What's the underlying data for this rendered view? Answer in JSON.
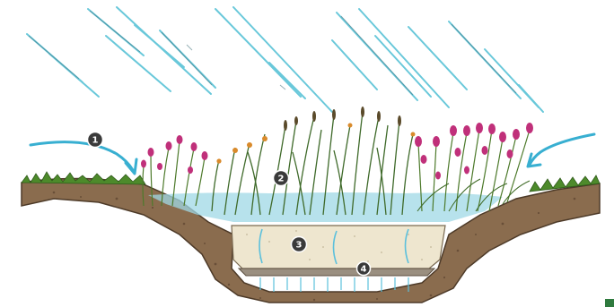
{
  "diagram": {
    "markers": [
      {
        "id": "marker-1",
        "label": "1"
      },
      {
        "id": "marker-2",
        "label": "2"
      },
      {
        "id": "marker-3",
        "label": "3"
      },
      {
        "id": "marker-4",
        "label": "4"
      }
    ],
    "colors": {
      "rain": "#59c3d6",
      "inflow_arrow": "#38afd1",
      "ponded_water": "#9fd8e6",
      "soil": "#8a6c4e",
      "soil_dark": "#5c4330",
      "grass": "#4d8a2b",
      "sand_media": "#eee6cf",
      "gravel": "#9a8f80",
      "flower_magenta": "#c0307a",
      "flower_orange": "#d98a2b",
      "marker_fill": "#3a3a3a",
      "corner_mark": "#2f7a3e"
    }
  }
}
